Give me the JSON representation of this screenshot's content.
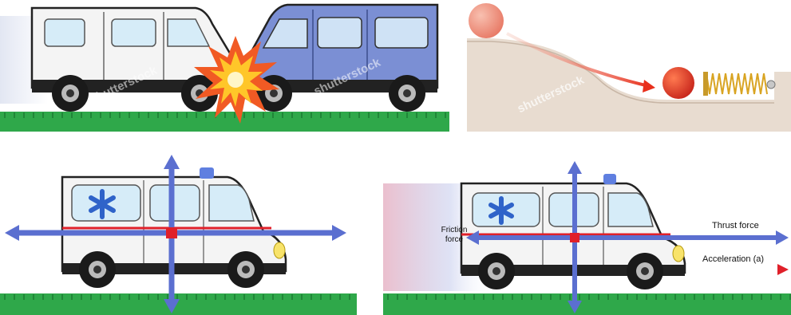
{
  "panels": {
    "collision": {
      "watermark": "shutterstock"
    },
    "ramp": {
      "watermark": "shutterstock"
    },
    "forces": {
      "friction_label_line1": "Friction",
      "friction_label_line2": "force",
      "thrust_label": "Thrust force",
      "acceleration_label": "Acceleration (a)"
    }
  },
  "colors": {
    "ground_green": "#2fa84a",
    "van_white": "#f4f4f4",
    "van_blue": "#7b8fd4",
    "arrow_blue": "#5b6fd0",
    "center_red": "#e0202a",
    "ball_red": "#e8442a",
    "spring_gold": "#d9a422",
    "ramp_tan": "#e8dcd0"
  },
  "icons": [
    "explosion-icon",
    "star-of-life-icon",
    "spring-icon"
  ]
}
